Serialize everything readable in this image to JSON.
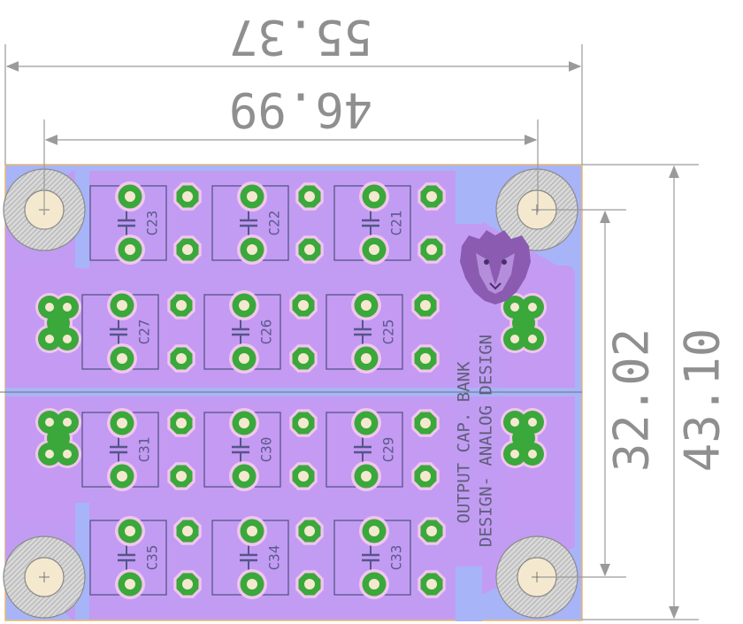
{
  "dimensions": {
    "outer_width": "55.37",
    "inner_width": "46.99",
    "inner_height": "32.02",
    "outer_height": "43.10"
  },
  "board": {
    "title": "OUTPUT CAP. BANK",
    "subtitle": "DESIGN- ANALOG DESIGN"
  },
  "components": {
    "c21": "C21",
    "c22": "C22",
    "c23": "C23",
    "c25": "C25",
    "c26": "C26",
    "c27": "C27",
    "c29": "C29",
    "c30": "C30",
    "c31": "C31",
    "c33": "C33",
    "c34": "C34",
    "c35": "C35"
  },
  "colors": {
    "board_blue": "#a8b4f8",
    "copper_purple": "#c49af2",
    "pad_green": "#3aa83a",
    "mounting_hole": "#c8c8c8",
    "dimension_gray": "#8f8f8f",
    "edge_cut": "#e8b86a"
  },
  "icons": {
    "logo": "lion-head-icon"
  }
}
